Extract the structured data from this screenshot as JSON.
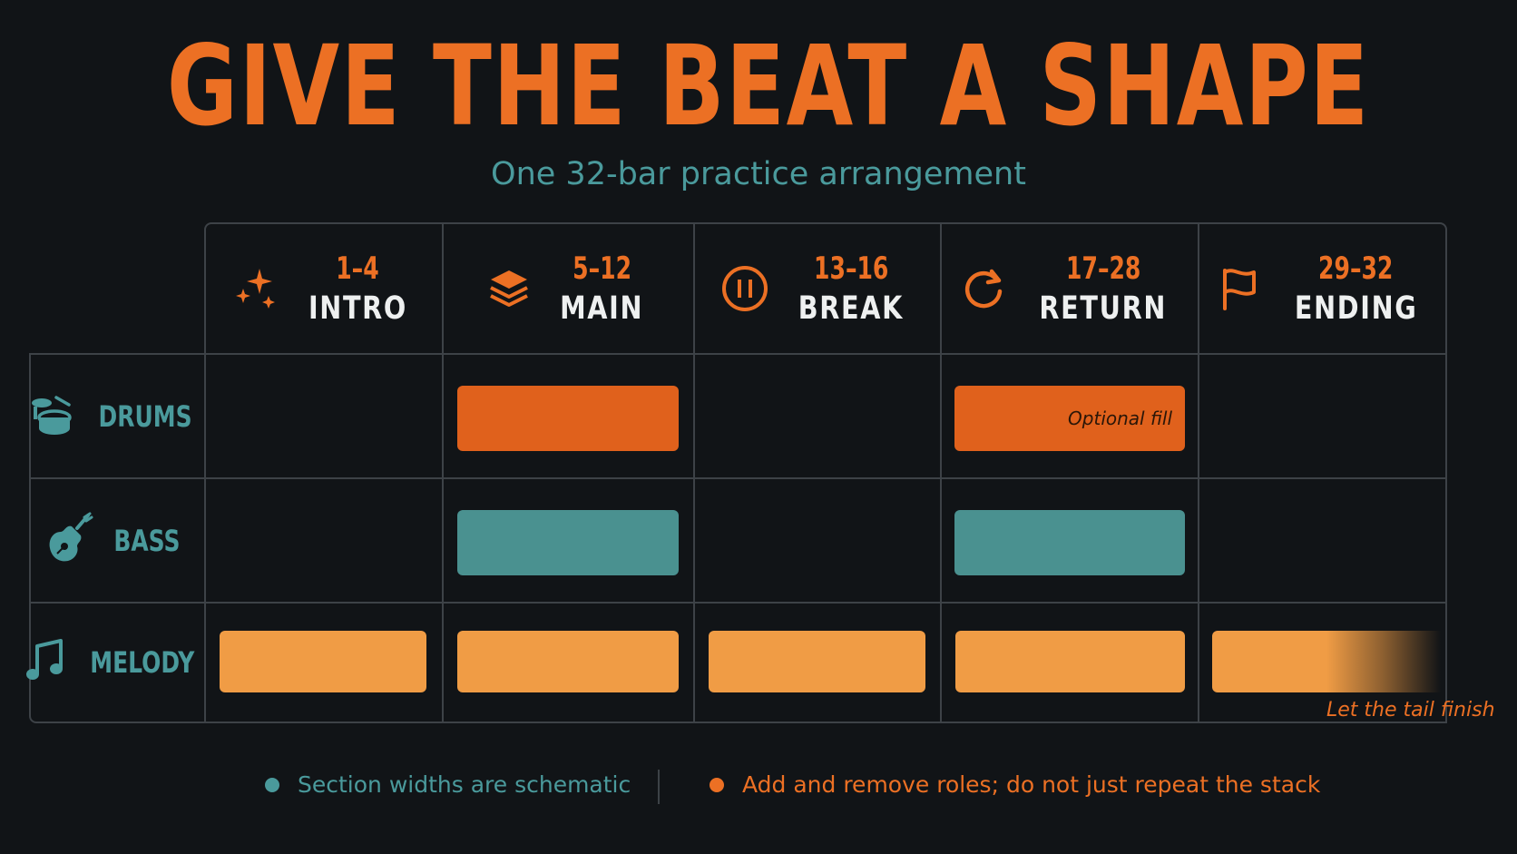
{
  "title": "GIVE THE BEAT A SHAPE",
  "subtitle": "One 32-bar practice arrangement",
  "colors": {
    "accent": "#ec7024",
    "teal": "#4a9a9c",
    "drums": "#e0611c",
    "bass": "#4a9190",
    "melody": "#f09c45",
    "background": "#111417"
  },
  "sections": [
    {
      "range": "1–4",
      "name": "INTRO",
      "icon": "sparkles-icon"
    },
    {
      "range": "5–12",
      "name": "MAIN",
      "icon": "layers-icon"
    },
    {
      "range": "13–16",
      "name": "BREAK",
      "icon": "pause-icon"
    },
    {
      "range": "17–28",
      "name": "RETURN",
      "icon": "refresh-icon"
    },
    {
      "range": "29–32",
      "name": "ENDING",
      "icon": "flag-icon"
    }
  ],
  "rows": [
    {
      "name": "DRUMS",
      "icon": "drum-icon",
      "active_sections": [
        "MAIN",
        "RETURN"
      ]
    },
    {
      "name": "BASS",
      "icon": "guitar-icon",
      "active_sections": [
        "MAIN",
        "RETURN"
      ]
    },
    {
      "name": "MELODY",
      "icon": "music-note-icon",
      "active_sections": [
        "INTRO",
        "MAIN",
        "BREAK",
        "RETURN",
        "ENDING"
      ]
    }
  ],
  "annotations": {
    "drums_return": "Optional fill",
    "melody_ending": "Let the tail finish"
  },
  "footer": {
    "note_1": "Section widths are schematic",
    "note_2": "Add and remove roles; do not just repeat the stack"
  }
}
